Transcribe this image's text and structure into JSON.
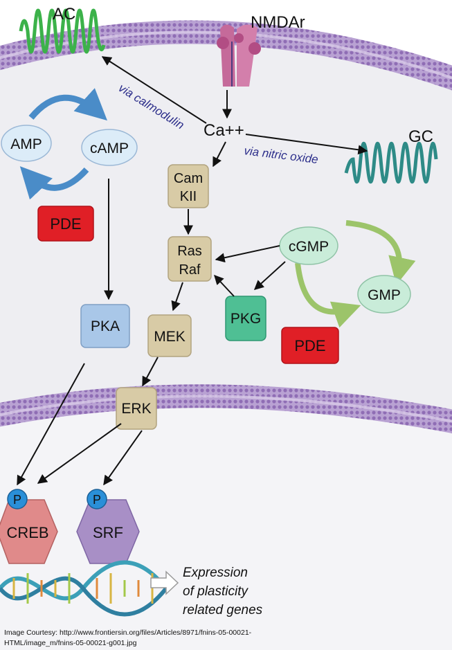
{
  "labels": {
    "ac": "AC",
    "nmdar": "NMDAr",
    "gc": "GC",
    "ca": "Ca++",
    "via_calmodulin": "via calmodulin",
    "via_nitric_oxide": "via nitric oxide",
    "amp": "AMP",
    "camp": "cAMP",
    "pde_left": "PDE",
    "pde_right": "PDE",
    "camkii_1": "Cam",
    "camkii_2": "KII",
    "rasraf_1": "Ras",
    "rasraf_2": "Raf",
    "cgmp": "cGMP",
    "gmp": "GMP",
    "pka": "PKA",
    "mek": "MEK",
    "pkg": "PKG",
    "erk": "ERK",
    "p1": "P",
    "p2": "P",
    "creb": "CREB",
    "srf": "SRF",
    "expr_1": "Expression",
    "expr_2": "of plasticity",
    "expr_3": "related genes",
    "credit_1": "Image Courtesy: http://www.frontiersin.org/files/Articles/8971/fnins-05-00021-",
    "credit_2": "HTML/image_m/fnins-05-00021-g001.jpg"
  },
  "colors": {
    "membrane_purple": "#a98ac6",
    "cytoplasm": "#eeeef2",
    "ac_green": "#3cb24a",
    "gc_teal": "#2e8b87",
    "nmdar_pink": "#c56a9a",
    "light_blue": "#dcecf8",
    "tan": "#d8cba6",
    "pde_red": "#e01f26",
    "pka_blue": "#a9c7e8",
    "pkg_green": "#4fbf94",
    "mint": "#c9ecd9",
    "creb_red": "#e08a8a",
    "srf_purple": "#a88fc6",
    "p_blue": "#2a8fd8"
  },
  "icons": [
    "membrane",
    "ac-receptor-icon",
    "nmdar-channel-icon",
    "gc-receptor-icon",
    "dna-helix-icon",
    "hollow-arrow-icon"
  ]
}
